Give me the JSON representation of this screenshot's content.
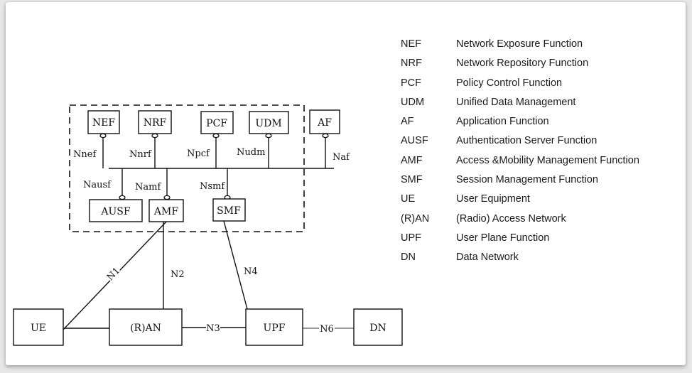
{
  "network_functions": {
    "nef": "NEF",
    "nrf": "NRF",
    "pcf": "PCF",
    "udm": "UDM",
    "af": "AF",
    "ausf": "AUSF",
    "amf": "AMF",
    "smf": "SMF",
    "ue": "UE",
    "ran": "(R)AN",
    "upf": "UPF",
    "dn": "DN"
  },
  "interfaces": {
    "nnef": "Nnef",
    "nnrf": "Nnrf",
    "npcf": "Npcf",
    "nudm": "Nudm",
    "naf": "Naf",
    "nausf": "Nausf",
    "namf": "Namf",
    "nsmf": "Nsmf",
    "n1": "N1",
    "n2": "N2",
    "n3": "N3",
    "n4": "N4",
    "n6": "N6"
  },
  "legend": [
    {
      "abbr": "NEF",
      "name": "Network Exposure Function"
    },
    {
      "abbr": "NRF",
      "name": "Network Repository Function"
    },
    {
      "abbr": "PCF",
      "name": "Policy Control Function"
    },
    {
      "abbr": "UDM",
      "name": "Unified Data Management"
    },
    {
      "abbr": "AF",
      "name": "Application Function"
    },
    {
      "abbr": "AUSF",
      "name": "Authentication Server Function"
    },
    {
      "abbr": "AMF",
      "name": "Access &Mobility Management Function"
    },
    {
      "abbr": "SMF",
      "name": "Session Management Function"
    },
    {
      "abbr": "UE",
      "name": "User Equipment"
    },
    {
      "abbr": "(R)AN",
      "name": "(Radio) Access Network"
    },
    {
      "abbr": "UPF",
      "name": "User Plane Function"
    },
    {
      "abbr": "DN",
      "name": "Data Network"
    }
  ]
}
